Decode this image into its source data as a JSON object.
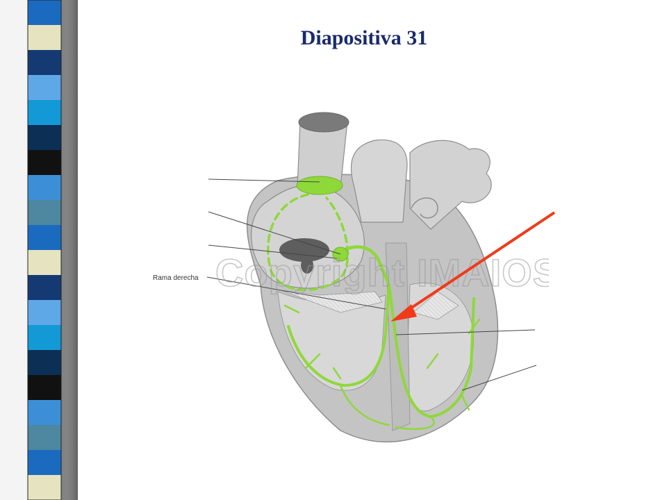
{
  "slide": {
    "title": "Diapositiva 31"
  },
  "diagram": {
    "labels": {
      "right_bundle_branch": "Rama derecha"
    },
    "watermark": "Copyright IMAIOS",
    "colors": {
      "conduction_system": "#8fd83a",
      "heart_gray": "#c9c9c9",
      "heart_dark": "#5e5e5e",
      "arrow": "#f03a1a"
    },
    "icons": {
      "pointer": "red-arrow-icon"
    }
  },
  "strip": {
    "colors": [
      "#1a6bbf",
      "#3c8fd6",
      "#0c2f55",
      "#5fa8e8",
      "#e6e4c0",
      "#4d87a0",
      "#111111",
      "#1399d6",
      "#153a73"
    ]
  }
}
